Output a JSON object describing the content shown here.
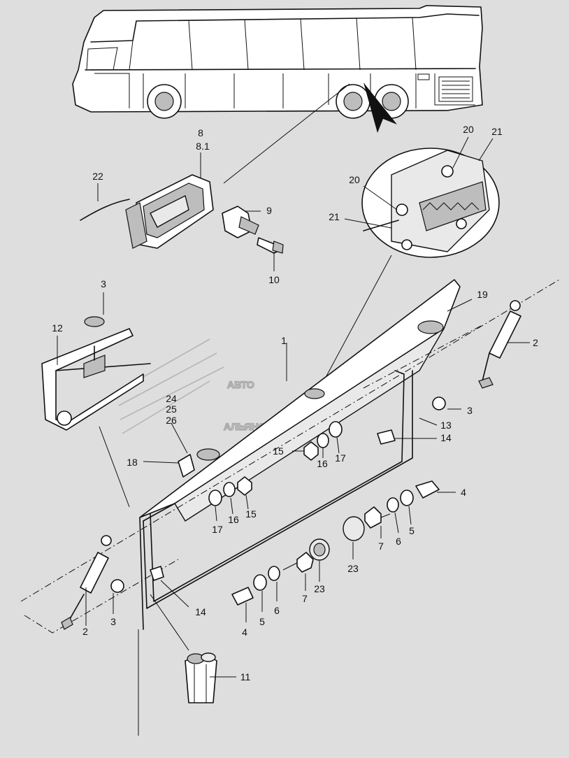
{
  "watermark": {
    "line1": "АВТО",
    "line2": "АЛЬЯНС"
  },
  "callouts": [
    {
      "id": "c1",
      "text": "1"
    },
    {
      "id": "c2a",
      "text": "2"
    },
    {
      "id": "c2b",
      "text": "2"
    },
    {
      "id": "c3a",
      "text": "3"
    },
    {
      "id": "c3b",
      "text": "3"
    },
    {
      "id": "c3c",
      "text": "3"
    },
    {
      "id": "c4a",
      "text": "4"
    },
    {
      "id": "c4b",
      "text": "4"
    },
    {
      "id": "c5a",
      "text": "5"
    },
    {
      "id": "c5b",
      "text": "5"
    },
    {
      "id": "c6a",
      "text": "6"
    },
    {
      "id": "c6b",
      "text": "6"
    },
    {
      "id": "c7a",
      "text": "7"
    },
    {
      "id": "c7b",
      "text": "7"
    },
    {
      "id": "c8",
      "text": "8"
    },
    {
      "id": "c81",
      "text": "8.1"
    },
    {
      "id": "c9",
      "text": "9"
    },
    {
      "id": "c10",
      "text": "10"
    },
    {
      "id": "c11",
      "text": "11"
    },
    {
      "id": "c12",
      "text": "12"
    },
    {
      "id": "c13",
      "text": "13"
    },
    {
      "id": "c14a",
      "text": "14"
    },
    {
      "id": "c14b",
      "text": "14"
    },
    {
      "id": "c15a",
      "text": "15"
    },
    {
      "id": "c15b",
      "text": "15"
    },
    {
      "id": "c16a",
      "text": "16"
    },
    {
      "id": "c16b",
      "text": "16"
    },
    {
      "id": "c17a",
      "text": "17"
    },
    {
      "id": "c17b",
      "text": "17"
    },
    {
      "id": "c18",
      "text": "18"
    },
    {
      "id": "c19",
      "text": "19"
    },
    {
      "id": "c20a",
      "text": "20"
    },
    {
      "id": "c20b",
      "text": "20"
    },
    {
      "id": "c21a",
      "text": "21"
    },
    {
      "id": "c21b",
      "text": "21"
    },
    {
      "id": "c22",
      "text": "22"
    },
    {
      "id": "c23a",
      "text": "23"
    },
    {
      "id": "c23b",
      "text": "23"
    },
    {
      "id": "c24",
      "text": "24"
    },
    {
      "id": "c25",
      "text": "25"
    },
    {
      "id": "c26",
      "text": "26"
    }
  ]
}
